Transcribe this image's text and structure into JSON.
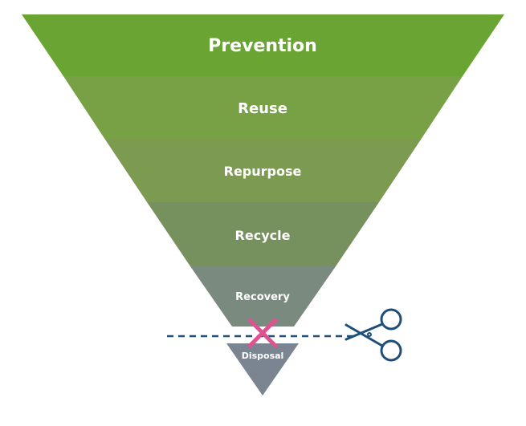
{
  "diagram": {
    "tiers": [
      {
        "label": "Prevention",
        "color": "#6aa534"
      },
      {
        "label": "Reuse",
        "color": "#78a045"
      },
      {
        "label": "Repurpose",
        "color": "#7d9b50"
      },
      {
        "label": "Recycle",
        "color": "#77915e"
      },
      {
        "label": "Recovery",
        "color": "#7a8a7e"
      },
      {
        "label": "Disposal",
        "color": "#7a8591"
      }
    ],
    "cut_line": {
      "color": "#1f4e79",
      "style": "dashed"
    },
    "x_mark": {
      "icon": "cross-mark-icon",
      "color": "#e0528f"
    },
    "scissors": {
      "icon": "scissors-icon",
      "color": "#1f4e79"
    }
  }
}
